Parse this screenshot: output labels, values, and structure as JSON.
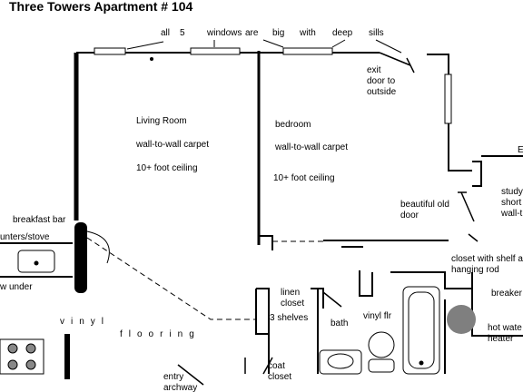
{
  "title": "Three Towers Apartment # 104",
  "windows_note": [
    "all",
    "5",
    "windows",
    "are",
    "big",
    "with",
    "deep",
    "sills"
  ],
  "exit_door": "exit\ndoor to\noutside",
  "living_room": {
    "name": "Living Room",
    "carpet": "wall-to-wall carpet",
    "ceiling": "10+ foot ceiling"
  },
  "bedroom": {
    "name": "bedroom",
    "carpet": "wall-to-wall carpet",
    "ceiling": "10+ foot ceiling"
  },
  "study": "study\nshort\nwall-t",
  "beautiful_old_door": "beautiful old\ndoor",
  "breakfast_bar": "breakfast bar",
  "counters_stove": "unters/stove",
  "w_under": "w under",
  "vinyl_flooring": [
    "vinyl",
    "flooring"
  ],
  "linen_closet": "linen\ncloset",
  "three_shelves": "3 shelves",
  "bath": "bath",
  "vinyl_flr": "vinyl flr",
  "closet_shelf": "closet with shelf a\nhanging rod",
  "breaker": "breaker",
  "hot_water_heater": "hot wate\nheater",
  "coat_closet": "coat\ncloset",
  "entry_archway": "entry\narchway",
  "edge_mark": "E"
}
